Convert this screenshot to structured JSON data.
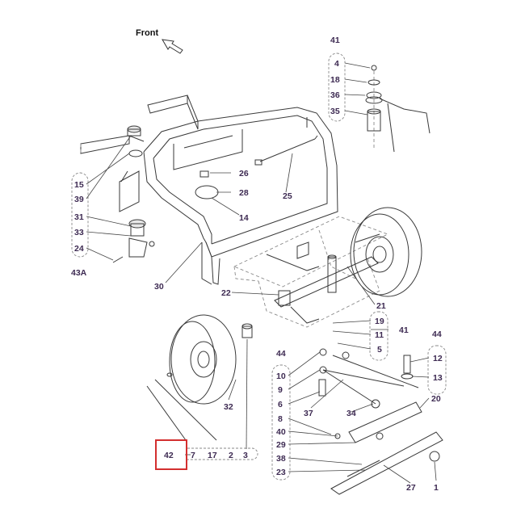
{
  "front_label": "Front",
  "highlight_color": "#d32f2f",
  "callouts": [
    {
      "id": "c41a",
      "text": "41"
    },
    {
      "id": "c4",
      "text": "4"
    },
    {
      "id": "c18",
      "text": "18"
    },
    {
      "id": "c36",
      "text": "36"
    },
    {
      "id": "c35",
      "text": "35"
    },
    {
      "id": "c15",
      "text": "15"
    },
    {
      "id": "c39",
      "text": "39"
    },
    {
      "id": "c31",
      "text": "31"
    },
    {
      "id": "c33",
      "text": "33"
    },
    {
      "id": "c24",
      "text": "24"
    },
    {
      "id": "c43A",
      "text": "43A"
    },
    {
      "id": "c26",
      "text": "26"
    },
    {
      "id": "c28",
      "text": "28"
    },
    {
      "id": "c14",
      "text": "14"
    },
    {
      "id": "c25",
      "text": "25"
    },
    {
      "id": "c30",
      "text": "30"
    },
    {
      "id": "c22",
      "text": "22"
    },
    {
      "id": "c21",
      "text": "21"
    },
    {
      "id": "c19",
      "text": "19"
    },
    {
      "id": "c11",
      "text": "11"
    },
    {
      "id": "c5",
      "text": "5"
    },
    {
      "id": "c41b",
      "text": "41"
    },
    {
      "id": "c44a",
      "text": "44"
    },
    {
      "id": "c10",
      "text": "10"
    },
    {
      "id": "c9",
      "text": "9"
    },
    {
      "id": "c6",
      "text": "6"
    },
    {
      "id": "c8",
      "text": "8"
    },
    {
      "id": "c40",
      "text": "40"
    },
    {
      "id": "c29",
      "text": "29"
    },
    {
      "id": "c38",
      "text": "38"
    },
    {
      "id": "c23",
      "text": "23"
    },
    {
      "id": "c37",
      "text": "37"
    },
    {
      "id": "c34",
      "text": "34"
    },
    {
      "id": "c44b",
      "text": "44"
    },
    {
      "id": "c12",
      "text": "12"
    },
    {
      "id": "c13",
      "text": "13"
    },
    {
      "id": "c20",
      "text": "20"
    },
    {
      "id": "c27",
      "text": "27"
    },
    {
      "id": "c1",
      "text": "1"
    },
    {
      "id": "c32",
      "text": "32"
    },
    {
      "id": "c42",
      "text": "42"
    },
    {
      "id": "c7",
      "text": "7"
    },
    {
      "id": "c17",
      "text": "17"
    },
    {
      "id": "c2",
      "text": "2"
    },
    {
      "id": "c3",
      "text": "3"
    }
  ]
}
